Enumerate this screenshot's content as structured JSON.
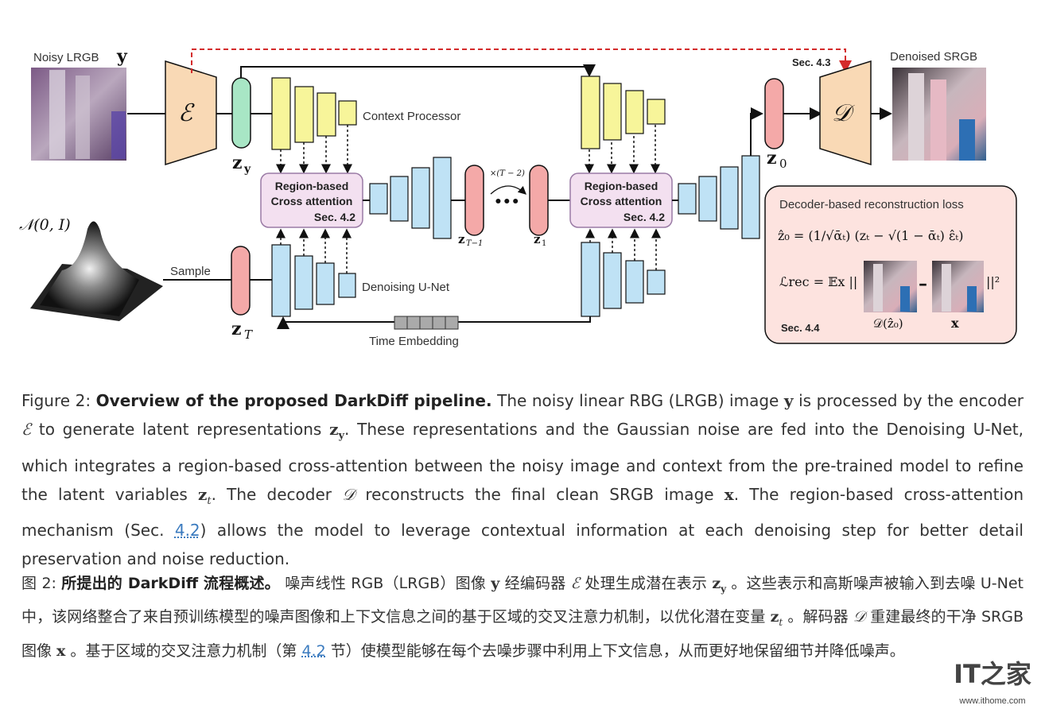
{
  "figure": {
    "noisy_label": "Noisy LRGB",
    "noisy_var": "y",
    "denoised_label": "Denoised SRGB",
    "encoder_symbol": "ℰ",
    "decoder_symbol": "𝒟",
    "zy_label": "z",
    "zy_sub": "y",
    "z0_label": "z",
    "z0_sub": "0",
    "zT_label": "z",
    "zT_sub": "T",
    "zT1_label": "z",
    "zT1_sub": "T−1",
    "z1_label": "z",
    "z1_sub": "1",
    "loop_label": "×(T − 2)",
    "dots": "•••",
    "sec43": "Sec. 4.3",
    "context_processor": "Context Processor",
    "denoising_unet": "Denoising U-Net",
    "region_line1": "Region-based",
    "region_line2": "Cross attention",
    "region_sec": "Sec. 4.2",
    "normal_label": "𝒩(0, I)",
    "sample_label": "Sample",
    "time_embedding": "Time Embedding",
    "loss_title": "Decoder-based reconstruction loss",
    "loss_eq1": "ẑ₀ = (1/√ᾱₜ) (zₜ − √(1 − ᾱₜ) ε̂ₜ)",
    "loss_eq2_left": "ℒrec = 𝔼x ||",
    "loss_minus": "–",
    "loss_eq2_right": "||²",
    "loss_img1_label": "𝒟(ẑ₀)",
    "loss_img2_label": "x",
    "loss_sec": "Sec. 4.4"
  },
  "caption_en": {
    "prefix": "Figure 2: ",
    "title": "Overview of the proposed DarkDiff pipeline.",
    "t1": " The noisy linear RBG (LRGB) image ",
    "y": "y",
    "t2": " is processed by the encoder ",
    "enc": "ℰ",
    "t3": " to generate latent representations ",
    "zy": "z",
    "zy_sub": "y",
    "t4": ". These representations and the Gaussian noise are fed into the Denoising U-Net, which integrates a region-based cross-attention between the noisy image and context from the pre-trained model to refine the latent variables ",
    "zt": "z",
    "zt_sub": "t",
    "t5": ". The decoder ",
    "dec": "𝒟",
    "t6": " reconstructs the final clean SRGB image ",
    "x": "x",
    "t7": ". The region-based cross-attention mechanism (Sec. ",
    "ref": "4.2",
    "t8": ") allows the model to leverage contextual information at each denoising step for better detail preservation and noise reduction."
  },
  "caption_zh": {
    "prefix": "图 2:   ",
    "title": "所提出的 DarkDiff 流程概述。",
    "t1": " 噪声线性 RGB（LRGB）图像 ",
    "y": "y",
    "t2": " 经编码器 ",
    "enc": "ℰ",
    "t3": " 处理生成潜在表示 ",
    "zy": "z",
    "zy_sub": "y",
    "t4": " 。这些表示和高斯噪声被输入到去噪 U-Net 中，该网络整合了来自预训练模型的噪声图像和上下文信息之间的基于区域的交叉注意力机制，以优化潜在变量 ",
    "zt": "z",
    "zt_sub": "t",
    "t5": " 。解码器 ",
    "dec": "𝒟",
    "t6": " 重建最终的干净 SRGB 图像 ",
    "x": "x",
    "t7": " 。基于区域的交叉注意力机制（第 ",
    "ref": "4.2",
    "t8": " 节）使模型能够在每个去噪步骤中利用上下文信息，从而更好地保留细节并降低噪声。"
  },
  "watermark": {
    "logo": "IT之家",
    "url": "www.ithome.com"
  },
  "colors": {
    "encoder_fill": "#f9d9b5",
    "latent_green": "#a8e6c5",
    "latent_red": "#f4a9a8",
    "yellow_block": "#f7f59a",
    "blue_block": "#bfe2f5",
    "region_fill": "#f3e0f0",
    "loss_fill": "#fde3df",
    "dashed_red": "#d42b2b",
    "link_blue": "#3b7bbf"
  }
}
